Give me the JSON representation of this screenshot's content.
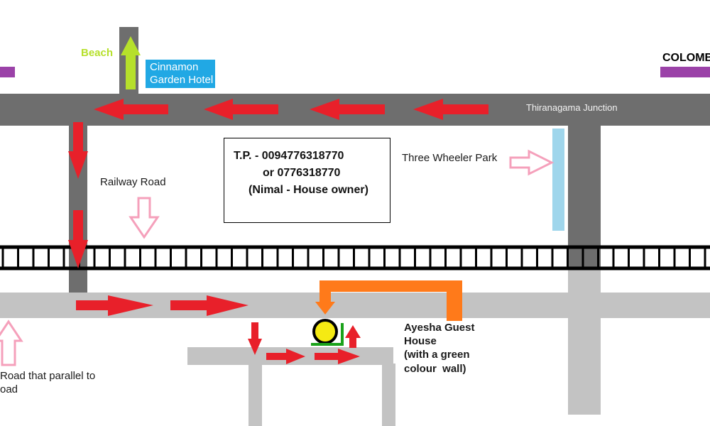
{
  "map": {
    "labels": {
      "beach": "Beach",
      "colombo": "COLOMB",
      "hotel": "Cinnamon\nGarden Hotel",
      "junction": "Thiranagama Junction",
      "railway_road": "Railway Road",
      "three_wheeler_park": "Three Wheeler Park",
      "guest_house": "Ayesha Guest\nHouse\n(with a green\ncolour  wall)",
      "parallel_road": "Road that parallel to\noad"
    },
    "contact": {
      "line1": "T.P. - 0094776318770",
      "line2": "or 0776318770",
      "line3": "(Nimal - House owner)"
    },
    "colors": {
      "road": "#6e6e6e",
      "lower_road": "#c3c3c3",
      "route_arrow": "#e8202a",
      "beach_arrow": "#b6e02b",
      "pointer_arrow": "#ff7a1a",
      "outline_arrow": "#f5a0bb",
      "park": "#9fd6ec",
      "boundary": "#9b42a8",
      "guest_house_marker": "#f5ea13",
      "guest_house_wall": "#1aa21a"
    }
  }
}
